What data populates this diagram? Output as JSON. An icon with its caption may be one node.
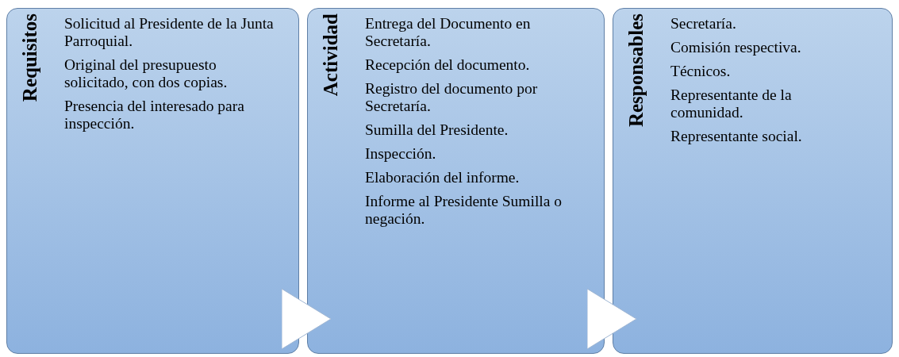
{
  "diagram": {
    "nodes": [
      {
        "text": [
          "Requisitos",
          "Solicitud al Presidente de la Junta Parroquial.",
          "Original del presupuesto solicitado, con dos copias.",
          "Presencia del interesado para inspección."
        ]
      },
      {
        "text": [
          "Actividad",
          "Entrega del Documento en Secretaría.",
          "Recepción del documento.",
          "Registro del documento por Secretaría.",
          "Sumilla del Presidente.",
          "Inspección.",
          "Elaboración del informe.",
          "Informe al Presidente Sumilla o negación."
        ]
      },
      {
        "text": [
          "Responsables",
          "Secretaría.",
          "Comisión respectiva.",
          "Técnicos.",
          "Representante de la comunidad.",
          "Representante social."
        ]
      }
    ],
    "edges": [
      {
        "from": 0,
        "to": 1,
        "arrow": "to"
      },
      {
        "from": 1,
        "to": 2,
        "arrow": "to"
      }
    ]
  }
}
